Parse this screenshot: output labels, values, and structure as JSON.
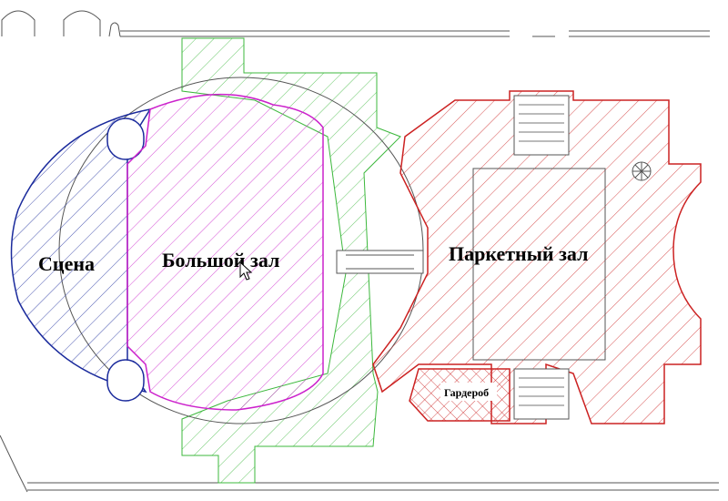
{
  "labels": {
    "stage": "Сцена",
    "great_hall": "Большой зал",
    "parquet_hall": "Паркетный зал",
    "cloakroom": "Гардероб"
  },
  "colors": {
    "stage": "#1a2a9c",
    "great_hall": "#cc22cc",
    "foyer": "#3cb83c",
    "parquet": "#cc2222",
    "walls": "#555555"
  },
  "icons": {
    "cursor": "mouse-pointer-icon",
    "stair": "spiral-staircase-icon"
  }
}
